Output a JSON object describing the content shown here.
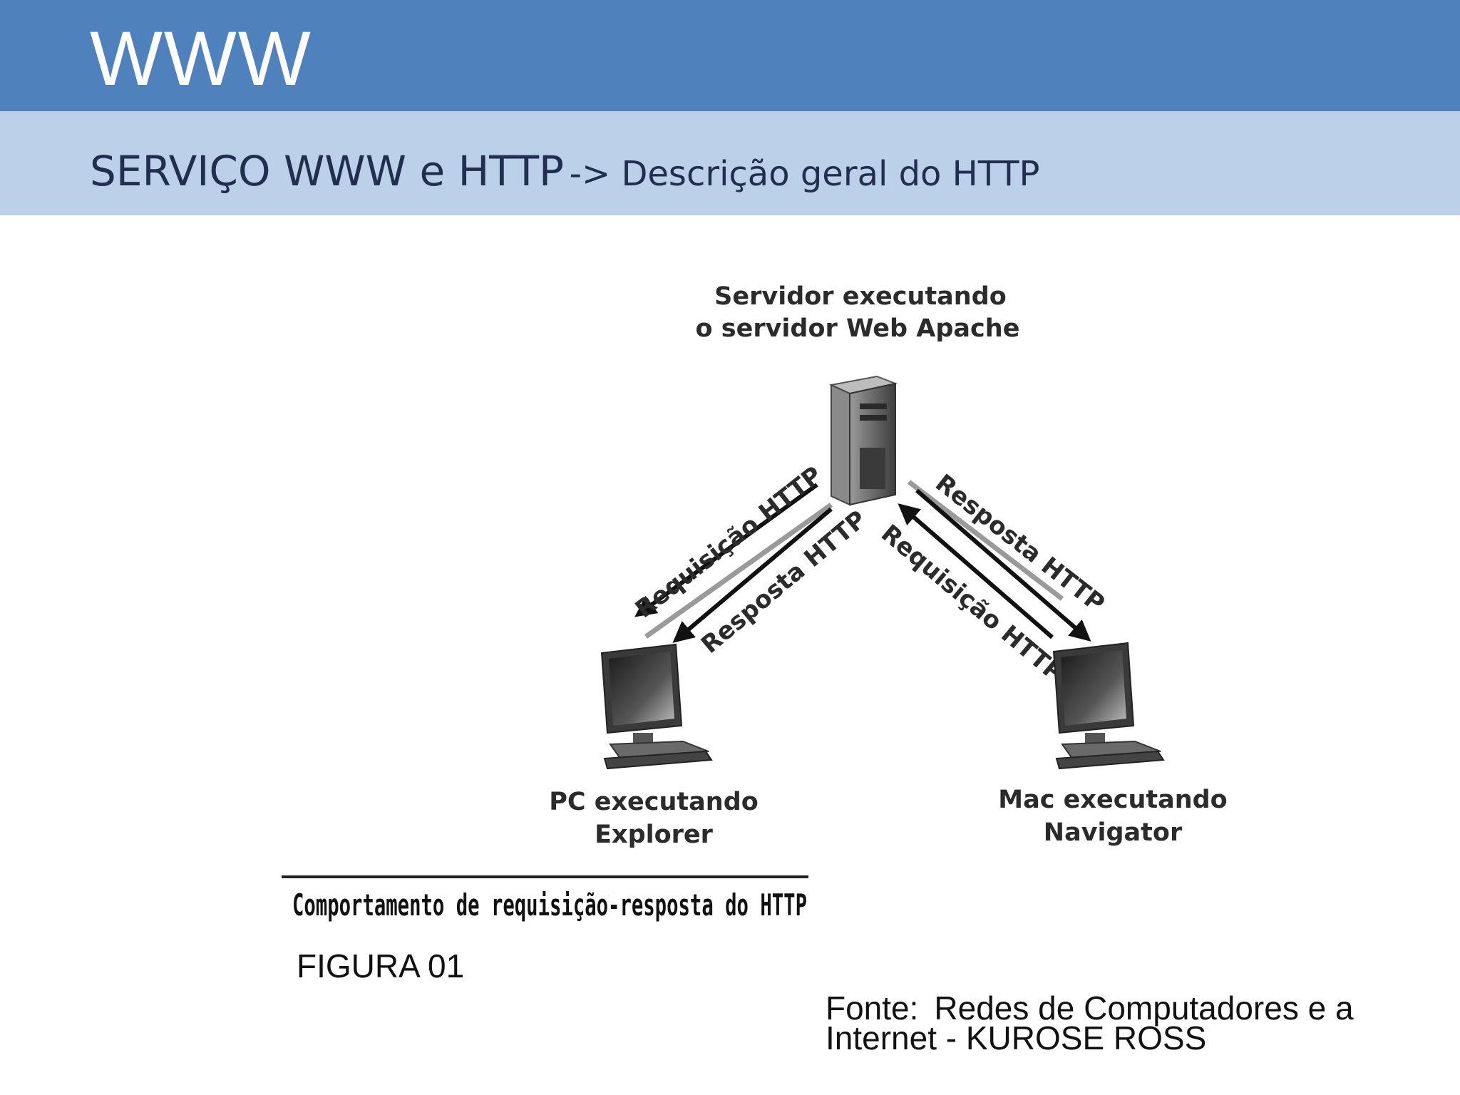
{
  "slide": {
    "title": "WWW",
    "subtitle_main": "SERVIÇO WWW e HTTP",
    "subtitle_detail": "-> Descrição geral do HTTP"
  },
  "diagram": {
    "server_label_line1": "Servidor executando",
    "server_label_line2": "o servidor Web Apache",
    "pc_label_line1": "PC executando",
    "pc_label_line2": "Explorer",
    "mac_label_line1": "Mac executando",
    "mac_label_line2": "Navigator",
    "left_request": "Requisição HTTP",
    "left_response": "Resposta HTTP",
    "right_response": "Resposta HTTP",
    "right_request": "Requisição HTTP",
    "caption": "Comportamento de requisição-resposta do HTTP"
  },
  "figure_label": "FIGURA 01",
  "source": {
    "prefix": "Fonte:",
    "line1": "Redes de Computadores e a",
    "line2": "Internet - KUROSE ROSS"
  }
}
